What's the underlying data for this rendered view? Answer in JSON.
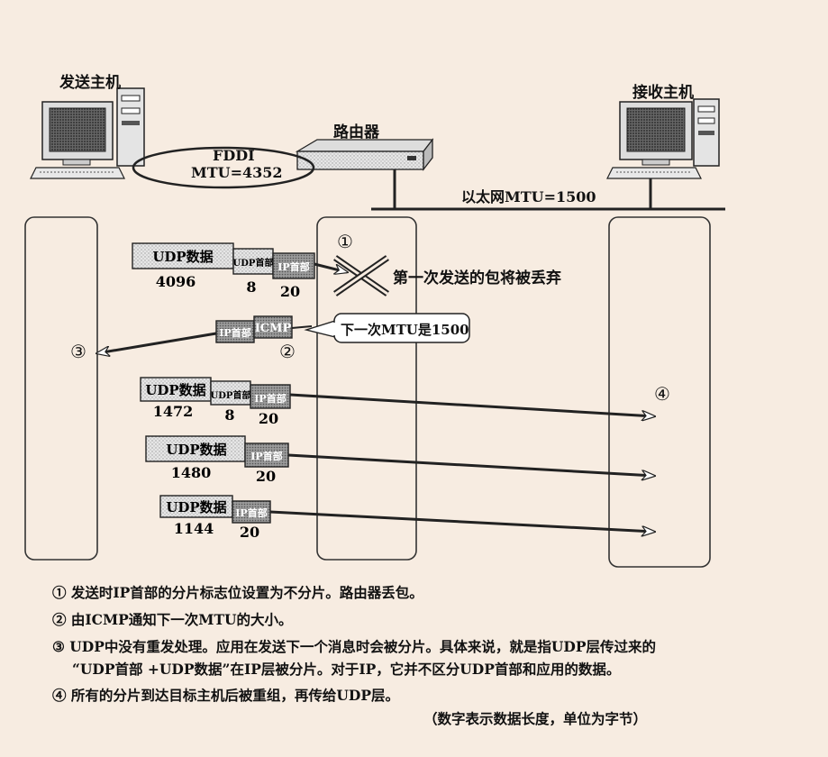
{
  "hosts": {
    "sender": "发送主机",
    "receiver": "接收主机",
    "router": "路由器"
  },
  "links": {
    "fddi_name": "FDDI",
    "fddi_mtu": "MTU=4352",
    "ethernet": "以太网MTU=1500"
  },
  "markers": {
    "m1": "①",
    "m2": "②",
    "m3": "③",
    "m4": "④"
  },
  "packets": {
    "p1": {
      "udp_data": "UDP数据",
      "udp_header": "UDP首部",
      "ip_header": "IP首部",
      "n_data": "4096",
      "n_udp": "8",
      "n_ip": "20"
    },
    "icmp": {
      "ip_header": "IP首部",
      "icmp": "ICMP"
    },
    "p2": {
      "udp_data": "UDP数据",
      "udp_header": "UDP首部",
      "ip_header": "IP首部",
      "n_data": "1472",
      "n_udp": "8",
      "n_ip": "20"
    },
    "p3": {
      "udp_data": "UDP数据",
      "ip_header": "IP首部",
      "n_data": "1480",
      "n_ip": "20"
    },
    "p4": {
      "udp_data": "UDP数据",
      "ip_header": "IP首部",
      "n_data": "1144",
      "n_ip": "20"
    }
  },
  "callouts": {
    "dropped": "第一次发送的包将被丢弃",
    "next_mtu": "下一次MTU是1500"
  },
  "notes": {
    "n1": "① 发送时IP首部的分片标志位设置为不分片。路由器丢包。",
    "n2": "② 由ICMP通知下一次MTU的大小。",
    "n3a": "③ UDP中没有重发处理。应用在发送下一个消息时会被分片。具体来说，就是指UDP层传过来的",
    "n3b": "“UDP首部 +UDP数据”在IP层被分片。对于IP，它并不区分UDP首部和应用的数据。",
    "n4": "④ 所有的分片到达目标主机后被重组，再传给UDP层。",
    "unit": "（数字表示数据长度，单位为字节）"
  }
}
